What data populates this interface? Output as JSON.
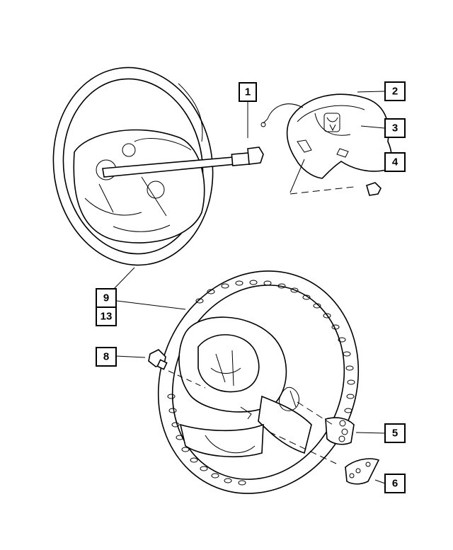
{
  "callouts": [
    {
      "id": "1",
      "label": "1"
    },
    {
      "id": "2",
      "label": "2"
    },
    {
      "id": "3",
      "label": "3"
    },
    {
      "id": "4",
      "label": "4"
    },
    {
      "id": "9",
      "label": "9"
    },
    {
      "id": "13",
      "label": "13"
    },
    {
      "id": "8",
      "label": "8"
    },
    {
      "id": "5",
      "label": "5"
    },
    {
      "id": "6",
      "label": "6"
    }
  ]
}
